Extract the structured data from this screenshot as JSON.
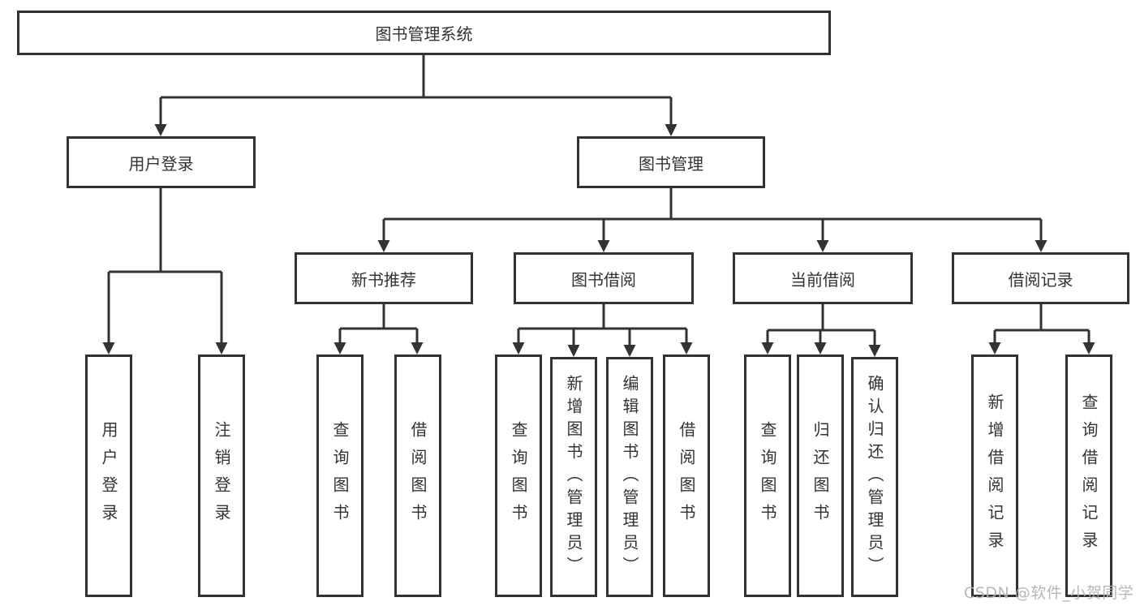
{
  "diagram": {
    "root": {
      "label": "图书管理系统"
    },
    "branches": [
      {
        "label": "用户登录",
        "children": [
          {
            "label": "用户登录"
          },
          {
            "label": "注销登录"
          }
        ]
      },
      {
        "label": "图书管理",
        "children": [
          {
            "label": "新书推荐",
            "children": [
              {
                "label": "查询图书"
              },
              {
                "label": "借阅图书"
              }
            ]
          },
          {
            "label": "图书借阅",
            "children": [
              {
                "label": "查询图书"
              },
              {
                "label": "新增图书（管理员）"
              },
              {
                "label": "编辑图书（管理员）"
              },
              {
                "label": "借阅图书"
              }
            ]
          },
          {
            "label": "当前借阅",
            "children": [
              {
                "label": "查询图书"
              },
              {
                "label": "归还图书"
              },
              {
                "label": "确认归还（管理员）"
              }
            ]
          },
          {
            "label": "借阅记录",
            "children": [
              {
                "label": "新增借阅记录"
              },
              {
                "label": "查询借阅记录"
              }
            ]
          }
        ]
      }
    ]
  },
  "watermark": {
    "text": "CSDN @软件_小贺同学"
  },
  "colors": {
    "line": "#333333",
    "text": "#333333",
    "background": "#ffffff",
    "watermark": "#b3b3b3"
  }
}
